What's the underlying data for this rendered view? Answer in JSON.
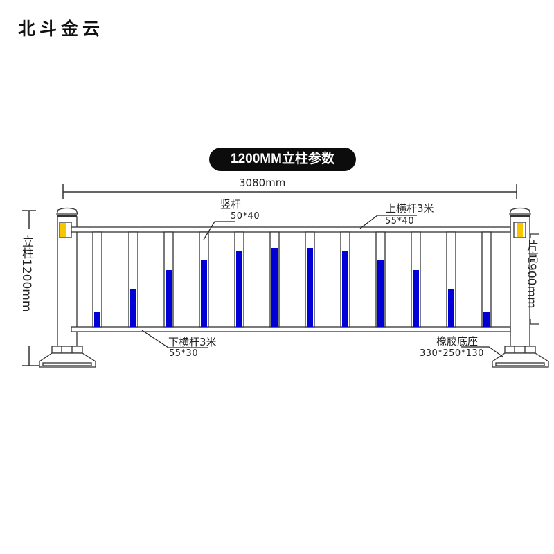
{
  "brand": {
    "name": "北斗金云"
  },
  "title": {
    "label": "1200MM立柱参数"
  },
  "dimensions": {
    "total_width": "3080mm",
    "post_height": "立柱1200mm",
    "panel_height": "片高900mm"
  },
  "callouts": {
    "picket": {
      "name": "竖杆",
      "size": "50*40"
    },
    "top_rail": {
      "name": "上横杆3米",
      "size": "55*40"
    },
    "bottom_rail": {
      "name": "下横杆3米",
      "size": "55*30"
    },
    "base": {
      "name": "橡胶底座",
      "size": "330*250*130"
    }
  },
  "pickets": {
    "count": 12,
    "fill_ratios": [
      0.15,
      0.4,
      0.6,
      0.71,
      0.8,
      0.83,
      0.83,
      0.8,
      0.71,
      0.6,
      0.4,
      0.15
    ]
  },
  "colors": {
    "picket_fill": "#0000d6",
    "reflector": "#f7c600",
    "line": "#333333",
    "title_bg": "#0c0c0c"
  }
}
